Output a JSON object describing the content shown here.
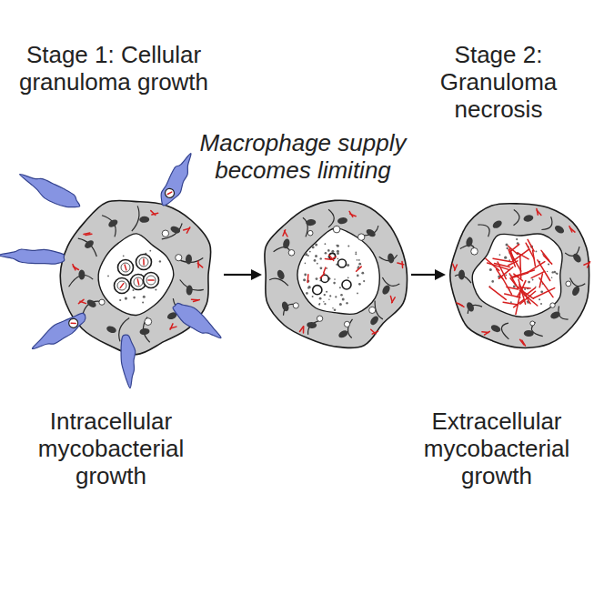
{
  "diagram": {
    "labels": [
      "Stage 1: Cellular granuloma growth",
      "Macrophage supply becomes limiting",
      "Stage 2: Granuloma necrosis",
      "Intracellular mycobacterial growth",
      "Extracellular mycobacterial growth"
    ]
  }
}
